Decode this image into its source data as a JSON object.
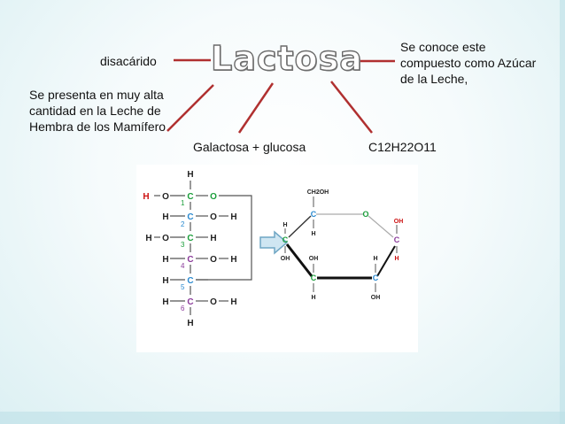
{
  "title": "Lactosa",
  "labels": {
    "disacarido": "disacárido",
    "se_presenta": "Se presenta en  muy alta cantidad en la Leche de Hembra de los  Mamífero",
    "galactosa_glucosa": "Galactosa + glucosa",
    "formula": "C12H22O11",
    "se_conoce": "Se conoce este compuesto como Azúcar de la Leche,"
  },
  "colors": {
    "connector": "#b03030",
    "arrow": "#6fa6c4",
    "carbon_1": "#1a9e3a",
    "carbon_2": "#2a8ad0",
    "carbon_3": "#1a9e3a",
    "carbon_4": "#8a3a9a",
    "carbon_5": "#2a8ad0",
    "carbon_6": "#8a3a9a",
    "oxygen": "#1a9e3a",
    "hydrogen_highlight": "#cc1111"
  },
  "open_chain": {
    "atoms": [
      "H",
      "O",
      "C",
      "H",
      "H",
      "C",
      "O",
      "H",
      "H",
      "O",
      "C",
      "H",
      "H",
      "C",
      "O",
      "H",
      "H",
      "C",
      "H",
      "C",
      "O",
      "H"
    ],
    "numbers": [
      "1",
      "2",
      "3",
      "4",
      "5",
      "6"
    ]
  },
  "ring": {
    "atoms": [
      "CH2OH",
      "C",
      "O",
      "H",
      "C",
      "OH",
      "C",
      "H",
      "OH",
      "C",
      "OH",
      "C",
      "H",
      "H",
      "C",
      "H",
      "OH",
      "C",
      "H",
      "OH"
    ]
  }
}
